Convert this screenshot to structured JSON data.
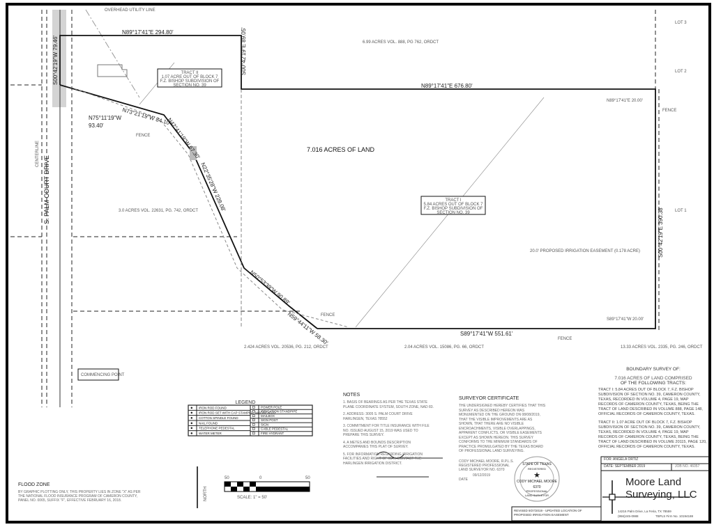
{
  "plat": {
    "acreage_label": "7.016 ACRES OF LAND",
    "street": "S. PALM COURT DRIVE",
    "tract1_box": [
      "TRACT I",
      "5.84 ACRES OUT OF BLOCK 7",
      "F.Z. BISHOP SUBDIVISION OF",
      "SECTION NO. 39"
    ],
    "tract2_box": [
      "TRACT II",
      "1.07 ACRE OUT OF BLOCK 7",
      "F.Z. BISHOP SUBDIVISION OF",
      "SECTION NO. 39"
    ],
    "bearings": {
      "north_tract2": "N89°17'41\"E 294.80'",
      "east_tract2": "S00°42'19\"E 89.05'",
      "west": "S00°42'19\"W 79.46'",
      "north_tract1": "N89°17'41\"E 676.80'",
      "east_tract1": "S00°42'19\"E 390.38'",
      "south": "S89°17'41\"W 551.61'",
      "c1": "N73°21'19\"W 84.10'",
      "c2a": "N75°11'19\"W",
      "c2b": "93.40'",
      "c3": "N42°41'19\"W 67.30'",
      "c4": "N22°35'28\"W 228.08'",
      "c5": "N50°53'39\"W 90.89'",
      "c6": "N59°44'11\"W 58.30'",
      "ne_small": "N89°17'41\"E 20.00'",
      "se_small": "S89°17'41\"W 20.00'"
    },
    "labels": {
      "fence": "FENCE",
      "overhead_utility": "OVERHEAD UTILITY LINE",
      "lot1": "LOT 1",
      "lot2": "LOT 2",
      "lot3": "LOT 3",
      "adj_north": "6.99 ACRES VOL. 888, PG 762, ORDCT",
      "adj_west": "3.0 ACRES VOL. 22631, PG. 742, ORDCT",
      "adj_south1": "2.424 ACRES VOL. 20536, PG. 212, ORDCT",
      "adj_south2": "2.04 ACRES VOL. 15086, PG. 66, ORDCT",
      "adj_south3": "13.33 ACRES VOL. 2335, PG. 246, ORDCT",
      "easement": "20.0' PROPOSED IRRIGATION EASEMENT (0.178 ACRE)",
      "commencing": "COMMENCING POINT",
      "centerline": "CENTERLINE"
    }
  },
  "legend": {
    "title": "LEGEND",
    "left": [
      "IRON ROD FOUND",
      "IRON ROD SET WITH CAP STAMPED \"MOORE-6370\"",
      "COTTON SPINDLE FOUND",
      "NAIL FOUND",
      "TELEPHONE PEDESTAL",
      "WATER METER"
    ],
    "right": [
      "POWER POLE",
      "IRRIGATION STANDPIPE",
      "MAILBOX",
      "SIGN POST",
      "SIGN",
      "CABLE PEDESTAL",
      "FIRE HYDRANT"
    ]
  },
  "scale": {
    "ticks": [
      "50",
      "0",
      "50"
    ],
    "label": "SCALE: 1\" = 50'",
    "north": "NORTH"
  },
  "flood": {
    "title": "FLOOD ZONE",
    "text": "BY GRAPHIC PLOTTING ONLY, THIS PROPERTY LIES IN ZONE \"X\" AS PER THE NATIONAL FLOOD INSURANCE PROGRAM OF CAMERON COUNTY, PANEL NO. 0065, SUFFIX \"F\", EFFECTIVE FEBRUARY 16, 2018."
  },
  "notes": {
    "title": "NOTES",
    "items": [
      "1. BASIS OF BEARINGS AS PER THE TEXAS STATE PLANE COORDINATE SYSTEM, SOUTH ZONE, NAD 83.",
      "2. ADDRESS: 3005 S. PALM COURT DRIVE HARLINGEN, TEXAS 78552",
      "3. COMMITMENT FOR TITLE INSURANCE WITH FILE NO. ISSUED AUGUST 15, 2019 WAS USED TO PREPARE THIS SURVEY.",
      "4. A METES AND BOUNDS DESCRIPTION ACCOMPANIES THIS PLAT OF SURVEY.",
      "5. FOR INFORMATION REGARDING IRRIGATION FACILITIES AND RIGHT OF WAY, CONTACT THE HARLINGEN IRRIGATION DISTRICT."
    ]
  },
  "certificate": {
    "title": "SURVEYOR CERTIFICATE",
    "text": "THE UNDERSIGNED HEREBY CERTIFIES THAT THIS SURVEY AS DESCRIBED HEREON WAS MONUMENTED ON THE GROUND ON 08/08/2019, THAT THE VISIBLE IMPROVEMENTS ARE AS SHOWN, THAT THERE ARE NO VISIBLE ENCROACHMENTS, VISIBLE OVERLAPPINGS, APPARENT CONFLICTS, OR VISIBLE EASEMENTS EXCEPT AS SHOWN HEREON. THIS SURVEY CONFORMS TO THE MINIMUM STANDARDS OF PRACTICE PROMULGATED BY THE TEXAS BOARD OF PROFESSIONAL LAND SURVEYING.",
    "signer": [
      "CODY MICHAEL MOORE, R.P.L.S.",
      "REGISTERED PROFESSIONAL",
      "LAND SURVEYOR NO. 6370"
    ],
    "date": "09/12/2019",
    "date_label": "DATE",
    "seal": [
      "STATE OF TEXAS",
      "REGISTERED",
      "CODY MICHAEL MOORE",
      "6370",
      "PROFESSIONAL",
      "LAND SURVEYOR"
    ]
  },
  "revision": "REVISED 9/27/2019 - UPDATED LOCATION OF PROPOSED IRRIGATION EASEMENT",
  "boundary": {
    "title": "BOUNDARY SURVEY OF:",
    "subtitle1": "7.016 ACRES OF LAND COMPRISED",
    "subtitle2": "OF THE FOLLOWING TRACTS:",
    "tract1": "TRACT I: 5.84 ACRES OUT OF BLOCK 7, F.Z. BISHOP SUBDIVISION OF SECTION NO. 39, CAMERON COUNTY, TEXAS, RECORDED IN VOLUME 4, PAGE 19, MAP RECORDS OF CAMERON COUNTY, TEXAS, BEING THE TRACT OF LAND DESCRIBED IN VOLUME 888, PAGE 148, OFFICIAL RECORDS OF CAMERON COUNTY, TEXAS.",
    "tract2": "TRACT II: 1.07 ACRE OUT OF BLOCK 7, F.Z. BISHOP SUBDIVISION OF SECTION NO. 39, CAMERON COUNTY, TEXAS, RECORDED IN VOLUME 4, PAGE 19, MAP RECORDS OF CAMERON COUNTY, TEXAS, BEING THE TRACT OF LAND DESCRIBED IN VOLUME 20115, PAGE 120, OFFICIAL RECORDS OF CAMERON COUNTY, TEXAS."
  },
  "title_block": {
    "for": "FOR: ANGELA ORTIZ",
    "date": "DATE: SEPTEMBER 2019",
    "job": "JOB NO. 46057",
    "company1": "Moore Land",
    "company2": "Surveying, LLC",
    "address": "14216 Palm Drive, La Feria, TX 78559",
    "phone": "(956)245-0988",
    "firm": "TBPLS Firm No. 10194188"
  }
}
